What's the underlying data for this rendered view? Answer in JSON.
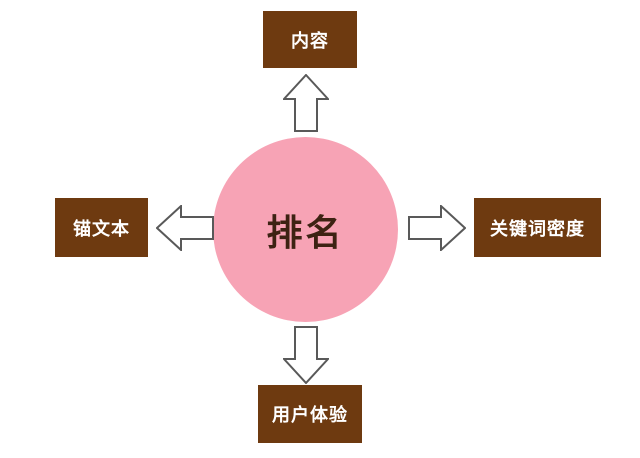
{
  "diagram": {
    "center": {
      "label": "排名"
    },
    "nodes": {
      "top": {
        "label": "内容"
      },
      "left": {
        "label": "锚文本"
      },
      "right": {
        "label": "关键词密度"
      },
      "bottom": {
        "label": "用户体验"
      }
    },
    "colors": {
      "node_bg": "#6E3A10",
      "node_text": "#FFFFFF",
      "center_bg": "#F7A3B5",
      "center_text": "#3D2213",
      "arrow_fill": "#FFFFFF",
      "arrow_stroke": "#595959",
      "background": "#FFFFFF"
    }
  }
}
